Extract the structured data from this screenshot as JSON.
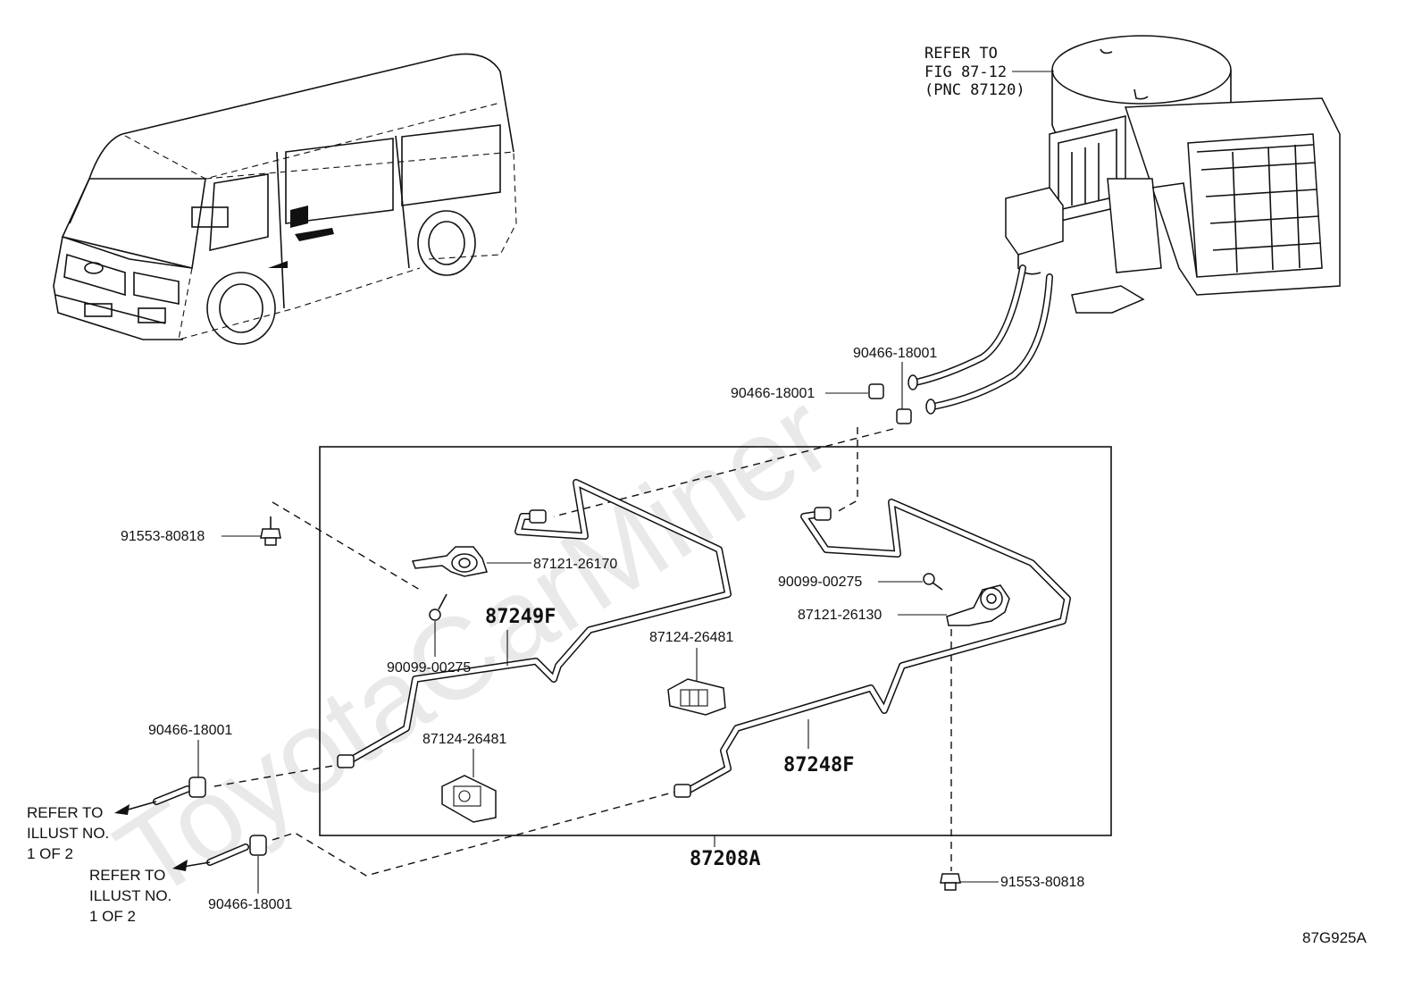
{
  "watermark": "ToyotaCarMiner",
  "figure_code": "87G925A",
  "refer_fig": {
    "line1": "REFER TO",
    "line2": "FIG 87-12",
    "line3": "(PNC 87120)"
  },
  "refer_illust_1": {
    "line1": "REFER TO",
    "line2": "ILLUST NO.",
    "line3": "1 OF 2"
  },
  "refer_illust_2": {
    "line1": "REFER TO",
    "line2": "ILLUST NO.",
    "line3": "1 OF 2"
  },
  "parts": {
    "clamp_top_left": "90466-18001",
    "clamp_top_right": "90466-18001",
    "bolt_left": "91553-80818",
    "bracket_left": "87121-26170",
    "pipe_front": "87249F",
    "screw_left": "90099-00275",
    "screw_right": "90099-00275",
    "bracket_right": "87121-26130",
    "grommet_center": "87124-26481",
    "grommet_lower": "87124-26481",
    "pipe_rear": "87248F",
    "clamp_lower_1": "90466-18001",
    "clamp_lower_2": "90466-18001",
    "assembly": "87208A",
    "bolt_right": "91553-80818"
  }
}
